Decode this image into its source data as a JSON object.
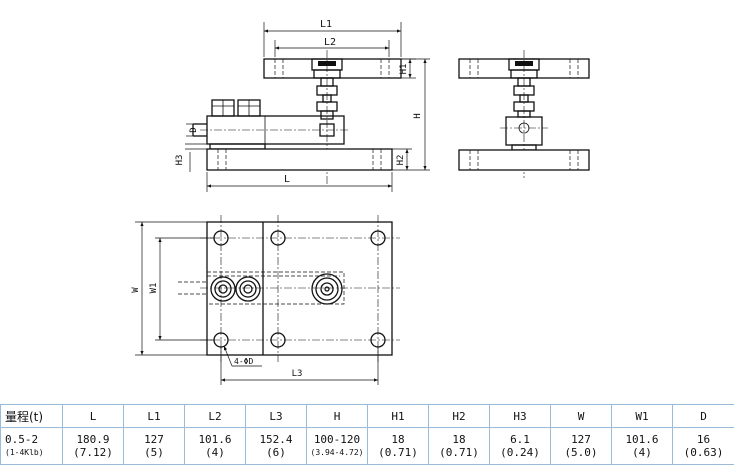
{
  "drawing": {
    "side_view": {
      "L1": "L1",
      "L2": "L2",
      "L": "L",
      "H": "H",
      "H1": "H1",
      "H2": "H2",
      "H3": "H3",
      "D": "D"
    },
    "end_view": {},
    "plan_view": {
      "W": "W",
      "W1": "W1",
      "L3": "L3",
      "holes": "4-ΦD"
    }
  },
  "table": {
    "headers": [
      "量程(t)",
      "L",
      "L1",
      "L2",
      "L3",
      "H",
      "H1",
      "H2",
      "H3",
      "W",
      "W1",
      "D"
    ],
    "row": [
      {
        "metric": "0.5-2",
        "imperial": "(1-4Klb)"
      },
      {
        "metric": "180.9",
        "imperial": "(7.12)"
      },
      {
        "metric": "127",
        "imperial": "(5)"
      },
      {
        "metric": "101.6",
        "imperial": "(4)"
      },
      {
        "metric": "152.4",
        "imperial": "(6)"
      },
      {
        "metric": "100-120",
        "imperial": "(3.94-4.72)"
      },
      {
        "metric": "18",
        "imperial": "(0.71)"
      },
      {
        "metric": "18",
        "imperial": "(0.71)"
      },
      {
        "metric": "6.1",
        "imperial": "(0.24)"
      },
      {
        "metric": "127",
        "imperial": "(5.0)"
      },
      {
        "metric": "101.6",
        "imperial": "(4)"
      },
      {
        "metric": "16",
        "imperial": "(0.63)"
      }
    ]
  }
}
